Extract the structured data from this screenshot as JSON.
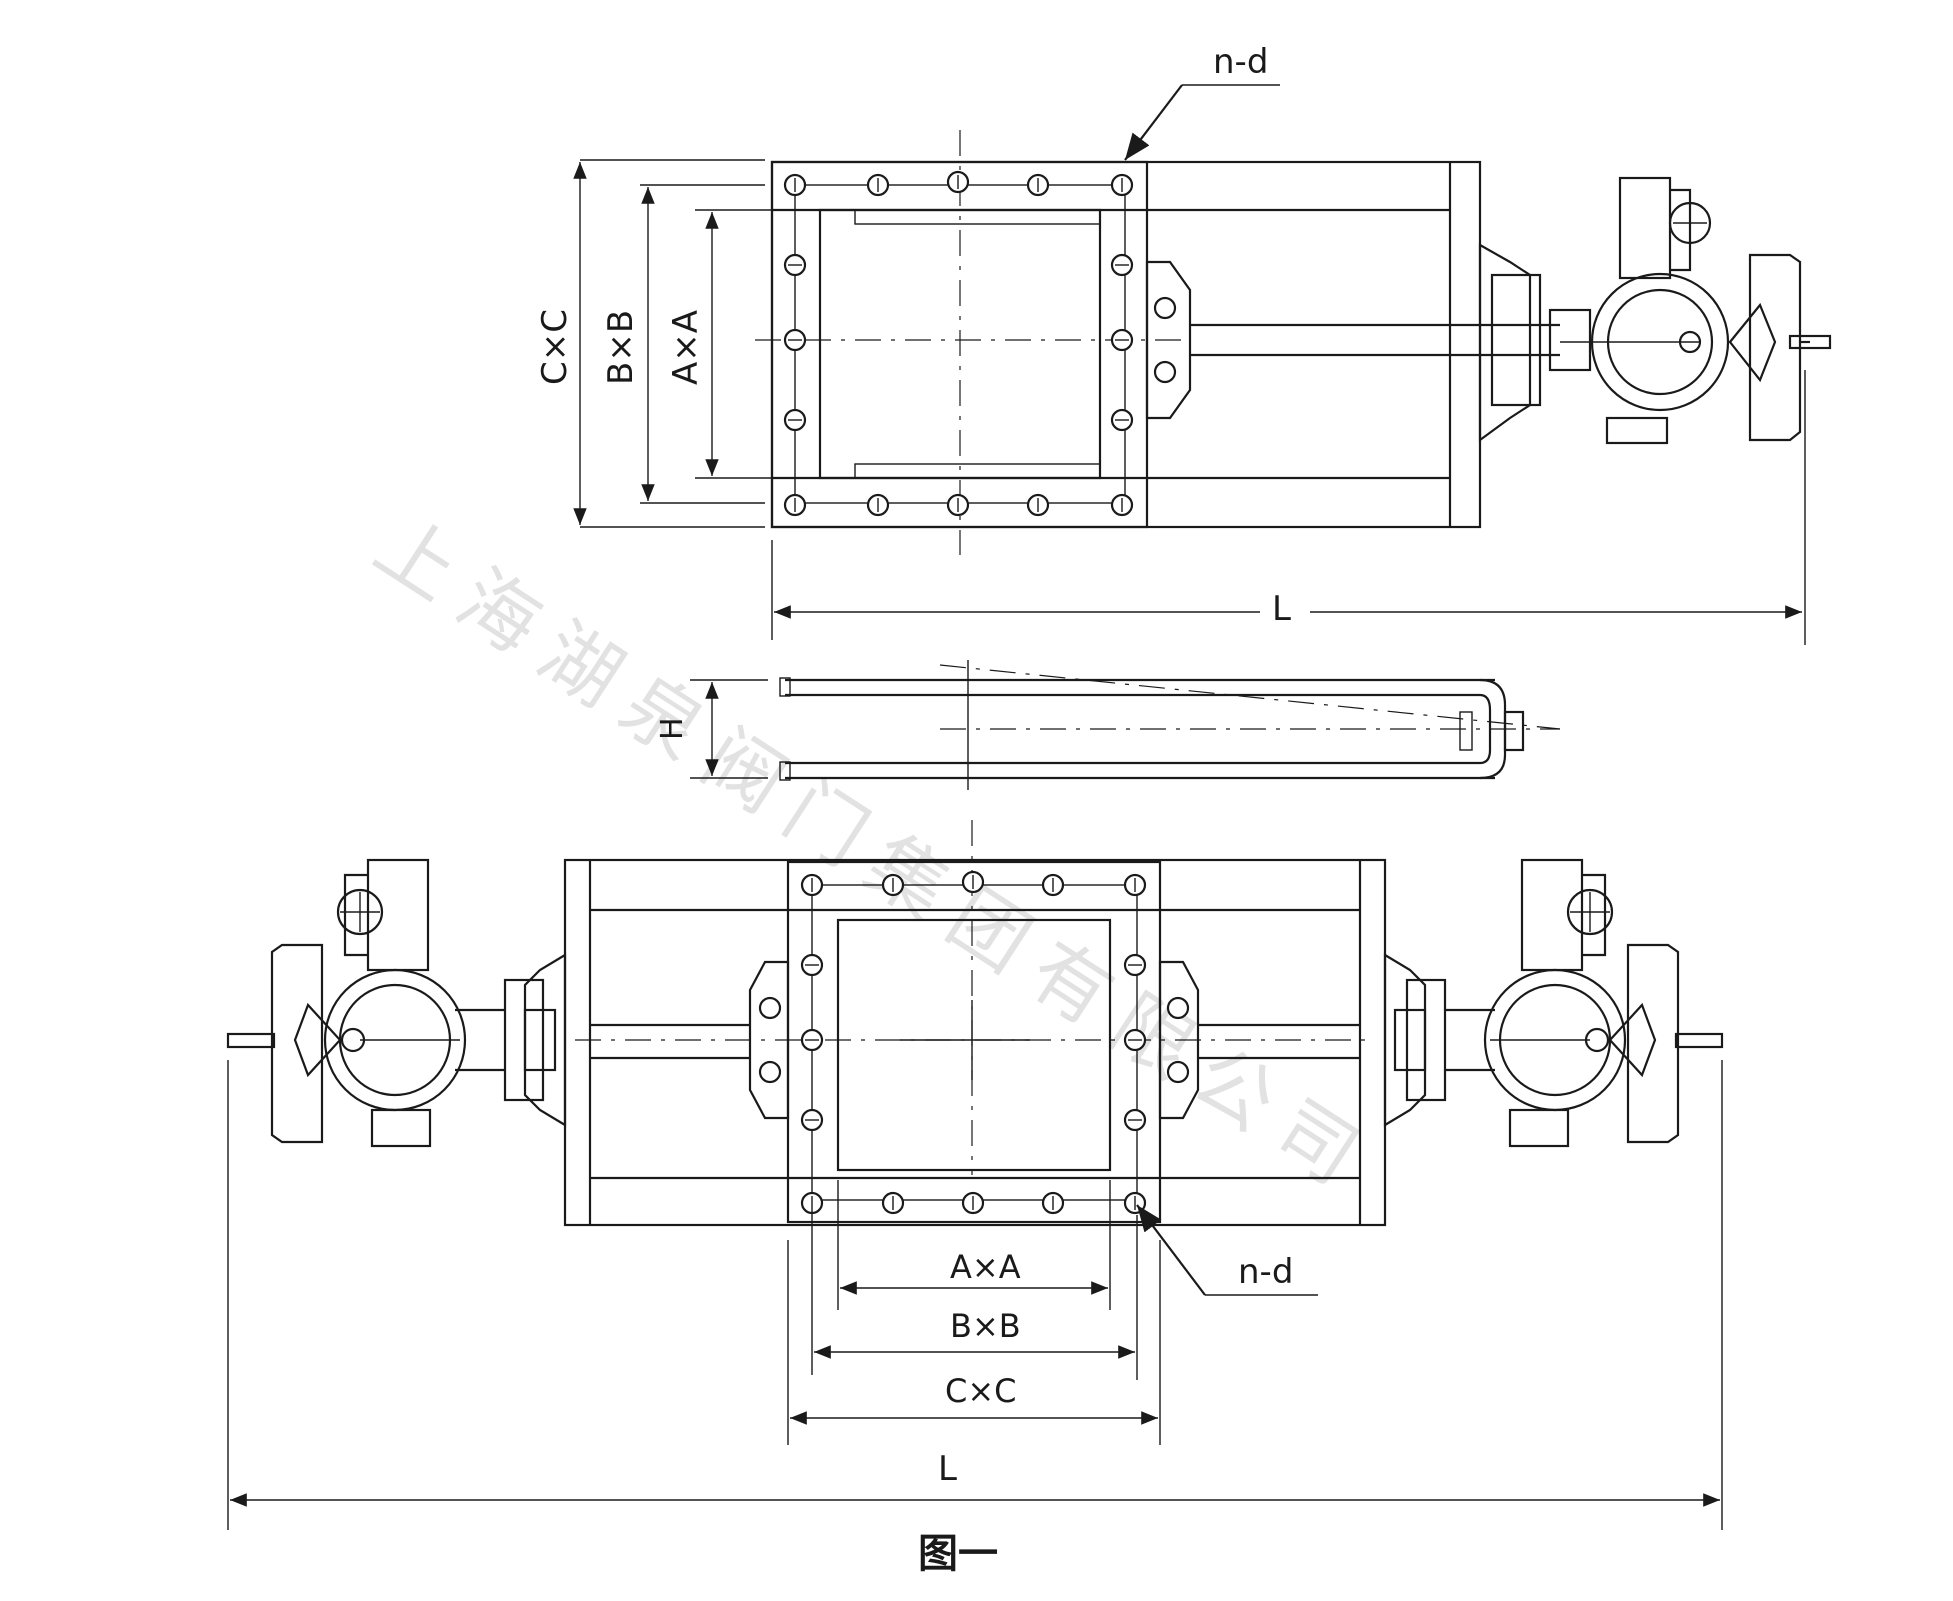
{
  "figure": {
    "caption": "图一",
    "watermark": "上海湖泉阀门集团有限公司",
    "colors": {
      "line": "#1a1a1a",
      "background": "#ffffff",
      "watermark": "#d6d6d6"
    }
  },
  "top_view": {
    "label_hole": "n-d",
    "dim_cxc": "C×C",
    "dim_bxb": "B×B",
    "dim_axa": "A×A",
    "dim_length": "L"
  },
  "side_view": {
    "dim_height": "H"
  },
  "bottom_view": {
    "label_hole": "n-d",
    "dim_axa": "A×A",
    "dim_bxb": "B×B",
    "dim_cxc": "C×C",
    "dim_length": "L"
  }
}
